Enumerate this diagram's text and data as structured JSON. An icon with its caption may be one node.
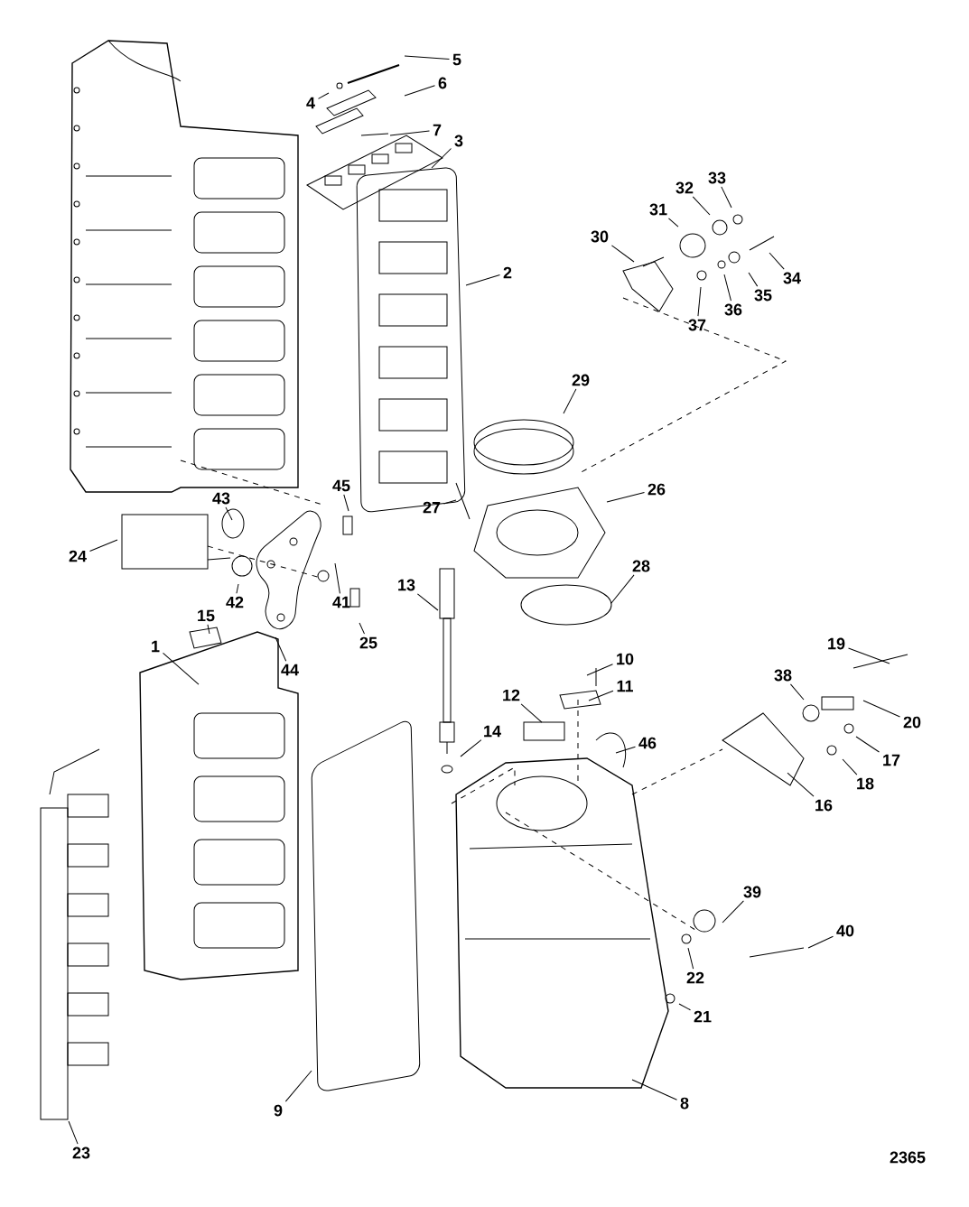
{
  "diagram": {
    "nodes": [
      {
        "text": [
          "1"
        ]
      },
      {
        "text": [
          "2"
        ]
      },
      {
        "text": [
          "3"
        ]
      },
      {
        "text": [
          "4"
        ]
      },
      {
        "text": [
          "5"
        ]
      },
      {
        "text": [
          "6"
        ]
      },
      {
        "text": [
          "7"
        ]
      },
      {
        "text": [
          "8"
        ]
      },
      {
        "text": [
          "9"
        ]
      },
      {
        "text": [
          "10"
        ]
      },
      {
        "text": [
          "11"
        ]
      },
      {
        "text": [
          "12"
        ]
      },
      {
        "text": [
          "13"
        ]
      },
      {
        "text": [
          "14"
        ]
      },
      {
        "text": [
          "15"
        ]
      },
      {
        "text": [
          "16"
        ]
      },
      {
        "text": [
          "17"
        ]
      },
      {
        "text": [
          "18"
        ]
      },
      {
        "text": [
          "19"
        ]
      },
      {
        "text": [
          "20"
        ]
      },
      {
        "text": [
          "21"
        ]
      },
      {
        "text": [
          "22"
        ]
      },
      {
        "text": [
          "23"
        ]
      },
      {
        "text": [
          "24"
        ]
      },
      {
        "text": [
          "25"
        ]
      },
      {
        "text": [
          "26"
        ]
      },
      {
        "text": [
          "27"
        ]
      },
      {
        "text": [
          "28"
        ]
      },
      {
        "text": [
          "29"
        ]
      },
      {
        "text": [
          "30"
        ]
      },
      {
        "text": [
          "31"
        ]
      },
      {
        "text": [
          "32"
        ]
      },
      {
        "text": [
          "33"
        ]
      },
      {
        "text": [
          "34"
        ]
      },
      {
        "text": [
          "35"
        ]
      },
      {
        "text": [
          "36"
        ]
      },
      {
        "text": [
          "37"
        ]
      },
      {
        "text": [
          "38"
        ]
      },
      {
        "text": [
          "39"
        ]
      },
      {
        "text": [
          "40"
        ]
      },
      {
        "text": [
          "41"
        ]
      },
      {
        "text": [
          "42"
        ]
      },
      {
        "text": [
          "43"
        ]
      },
      {
        "text": [
          "44"
        ]
      },
      {
        "text": [
          "45"
        ]
      },
      {
        "text": [
          "46"
        ]
      }
    ],
    "edges": [
      {
        "from": 0,
        "to": null,
        "arrow": "none"
      },
      {
        "from": 1,
        "to": null,
        "arrow": "none"
      },
      {
        "from": 2,
        "to": null,
        "arrow": "none"
      },
      {
        "from": 3,
        "to": null,
        "arrow": "none"
      },
      {
        "from": 4,
        "to": null,
        "arrow": "none"
      },
      {
        "from": 5,
        "to": null,
        "arrow": "none"
      },
      {
        "from": 6,
        "to": null,
        "arrow": "none"
      },
      {
        "from": 7,
        "to": null,
        "arrow": "none"
      },
      {
        "from": 8,
        "to": null,
        "arrow": "none"
      },
      {
        "from": 9,
        "to": null,
        "arrow": "none"
      },
      {
        "from": 10,
        "to": null,
        "arrow": "none"
      },
      {
        "from": 11,
        "to": null,
        "arrow": "none"
      },
      {
        "from": 12,
        "to": null,
        "arrow": "none"
      },
      {
        "from": 13,
        "to": null,
        "arrow": "none"
      },
      {
        "from": 14,
        "to": null,
        "arrow": "none"
      },
      {
        "from": 15,
        "to": null,
        "arrow": "none"
      },
      {
        "from": 16,
        "to": null,
        "arrow": "none"
      },
      {
        "from": 17,
        "to": null,
        "arrow": "none"
      },
      {
        "from": 18,
        "to": null,
        "arrow": "none"
      },
      {
        "from": 19,
        "to": null,
        "arrow": "none"
      },
      {
        "from": 20,
        "to": null,
        "arrow": "none"
      },
      {
        "from": 21,
        "to": null,
        "arrow": "none"
      },
      {
        "from": 22,
        "to": null,
        "arrow": "none"
      },
      {
        "from": 23,
        "to": null,
        "arrow": "none"
      },
      {
        "from": 24,
        "to": null,
        "arrow": "none"
      },
      {
        "from": 25,
        "to": null,
        "arrow": "none"
      },
      {
        "from": 26,
        "to": null,
        "arrow": "none"
      },
      {
        "from": 27,
        "to": null,
        "arrow": "none"
      },
      {
        "from": 28,
        "to": null,
        "arrow": "none"
      },
      {
        "from": 29,
        "to": null,
        "arrow": "none"
      },
      {
        "from": 30,
        "to": null,
        "arrow": "none"
      },
      {
        "from": 31,
        "to": null,
        "arrow": "none"
      },
      {
        "from": 32,
        "to": null,
        "arrow": "none"
      },
      {
        "from": 33,
        "to": null,
        "arrow": "none"
      },
      {
        "from": 34,
        "to": null,
        "arrow": "none"
      },
      {
        "from": 35,
        "to": null,
        "arrow": "none"
      },
      {
        "from": 36,
        "to": null,
        "arrow": "none"
      },
      {
        "from": 37,
        "to": null,
        "arrow": "none"
      },
      {
        "from": 38,
        "to": null,
        "arrow": "none"
      },
      {
        "from": 39,
        "to": null,
        "arrow": "none"
      },
      {
        "from": 40,
        "to": null,
        "arrow": "none"
      },
      {
        "from": 41,
        "to": null,
        "arrow": "none"
      },
      {
        "from": 42,
        "to": null,
        "arrow": "none"
      },
      {
        "from": 43,
        "to": null,
        "arrow": "none"
      },
      {
        "from": 44,
        "to": null,
        "arrow": "none"
      },
      {
        "from": 45,
        "to": null,
        "arrow": "none"
      }
    ],
    "labels": [
      "2365"
    ]
  }
}
